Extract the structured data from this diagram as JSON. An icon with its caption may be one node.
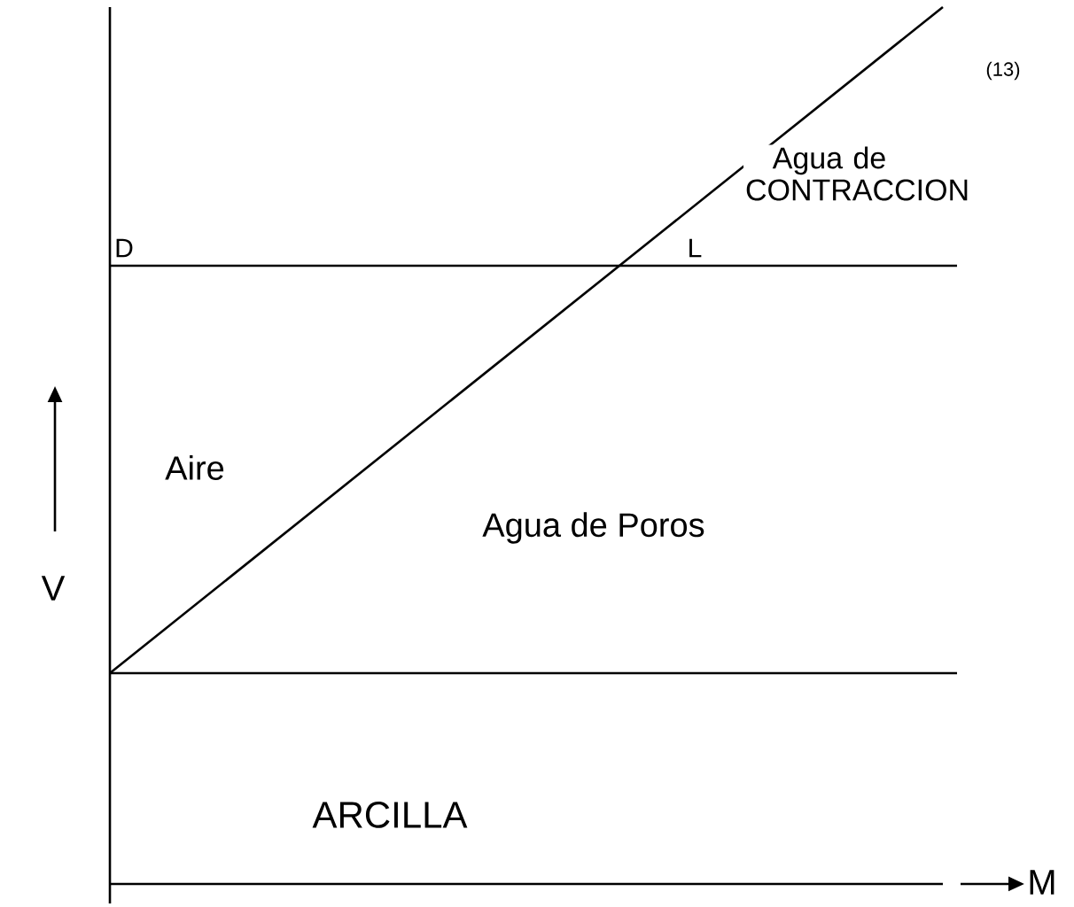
{
  "diagram": {
    "labels": [
      "(13)",
      "Agua de CONTRACCION",
      "D",
      "L",
      "Aire",
      "Agua de Poros",
      "V",
      "ARCILLA",
      "M"
    ]
  }
}
